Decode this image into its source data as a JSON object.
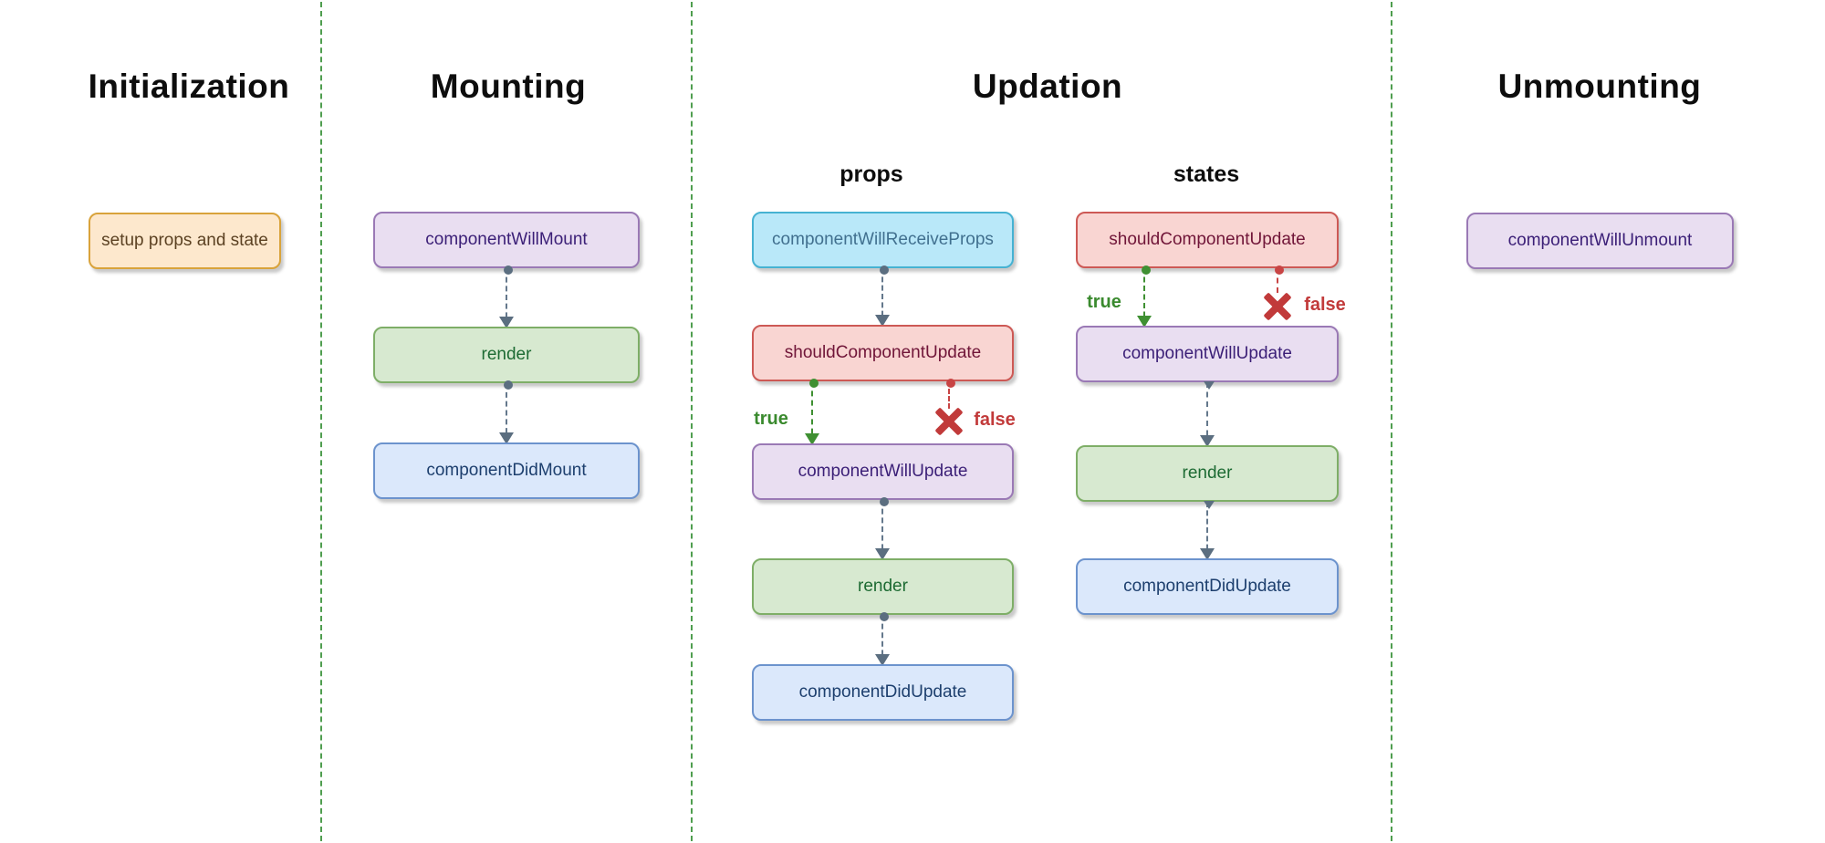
{
  "sections": {
    "initialization": {
      "title": "Initialization"
    },
    "mounting": {
      "title": "Mounting"
    },
    "updation": {
      "title": "Updation",
      "subcolumns": {
        "props": "props",
        "states": "states"
      }
    },
    "unmounting": {
      "title": "Unmounting"
    }
  },
  "nodes": {
    "init_setup": "setup props and state",
    "mount_will_mount": "componentWillMount",
    "mount_render": "render",
    "mount_did_mount": "componentDidMount",
    "props_will_receive": "componentWillReceiveProps",
    "props_should_update": "shouldComponentUpdate",
    "props_will_update": "componentWillUpdate",
    "props_render": "render",
    "props_did_update": "componentDidUpdate",
    "states_should_update": "shouldComponentUpdate",
    "states_will_update": "componentWillUpdate",
    "states_render": "render",
    "states_did_update": "componentDidUpdate",
    "unmount_will_unmount": "componentWillUnmount"
  },
  "branches": {
    "true": "true",
    "false": "false"
  },
  "palette": {
    "separator_green": "#4f9e4f",
    "connector_slate": "#64788c",
    "true_green": "#3a8a2e",
    "false_red": "#c23b3b",
    "node_orange": {
      "fill": "#fde8cd",
      "border": "#d9a33b",
      "text": "#5c4223"
    },
    "node_purple": {
      "fill": "#e9def1",
      "border": "#9a79b5",
      "text": "#3b1f77"
    },
    "node_green": {
      "fill": "#d7e9d0",
      "border": "#7eae67",
      "text": "#1d6b33"
    },
    "node_blue": {
      "fill": "#dbe8fb",
      "border": "#6c93cd",
      "text": "#1d3f6e"
    },
    "node_cyan": {
      "fill": "#b9e8f9",
      "border": "#46b2d2",
      "text": "#41708f"
    },
    "node_red": {
      "fill": "#f9d5d2",
      "border": "#cd5955",
      "text": "#701538"
    }
  }
}
